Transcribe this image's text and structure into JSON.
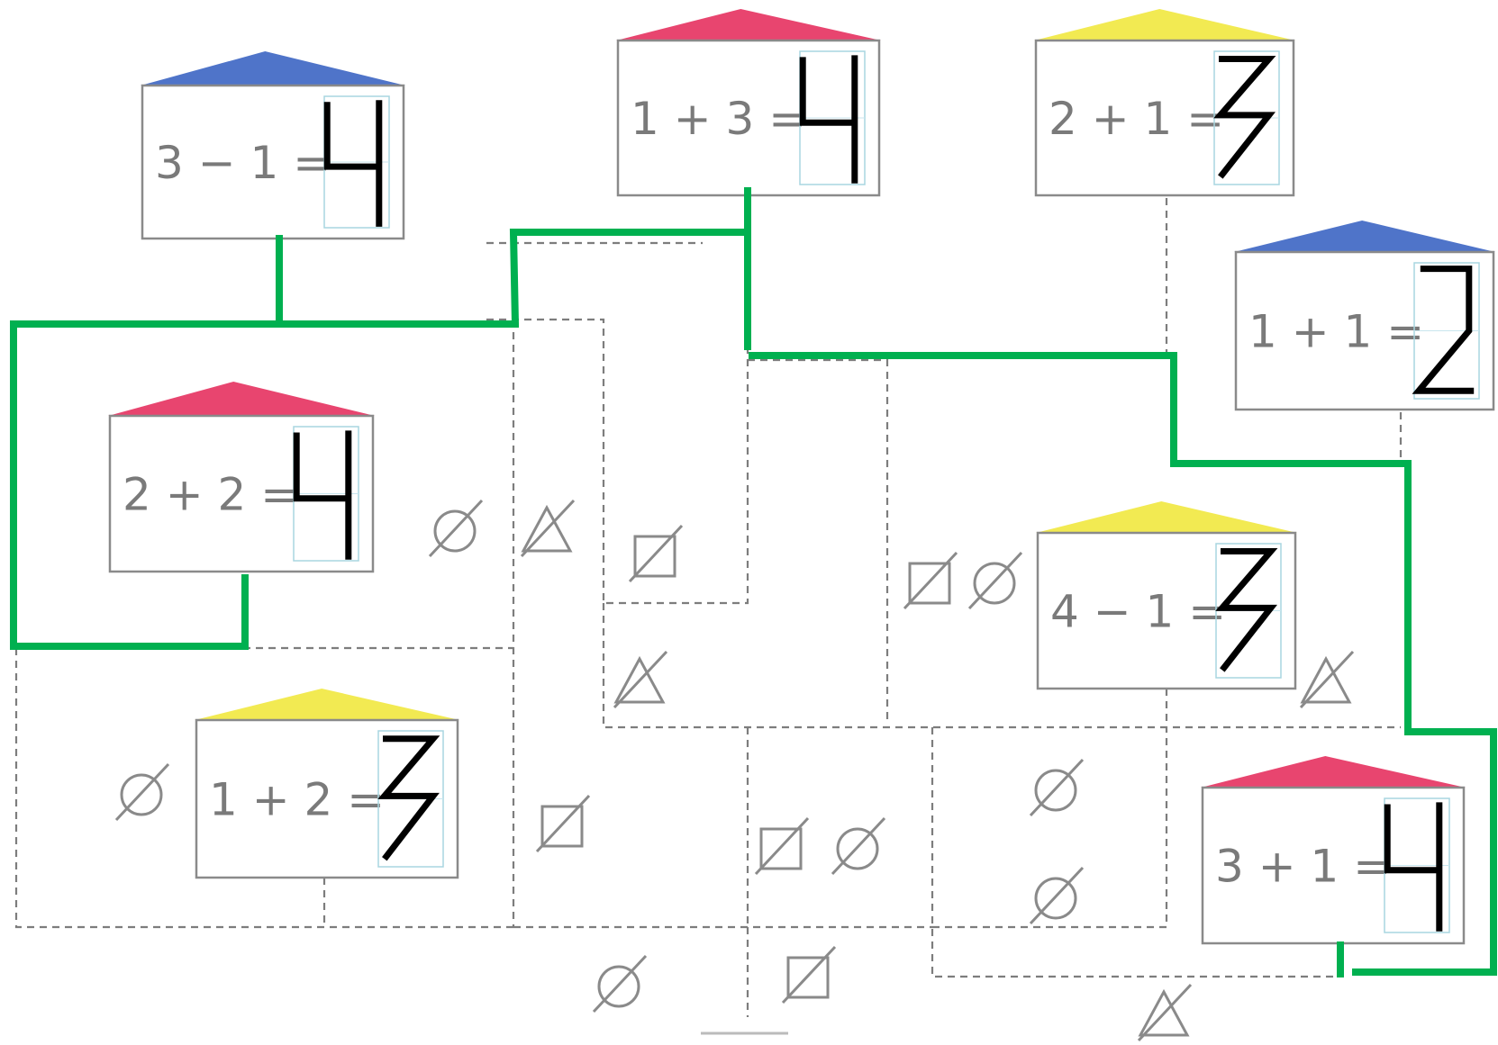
{
  "colors": {
    "blue": "#4f74c9",
    "red": "#e8456f",
    "yellow": "#f2ea52",
    "route": "#00b050"
  },
  "houses": [
    {
      "id": "h1",
      "roof": "blue",
      "expr": "3 − 1 =",
      "answer": "4"
    },
    {
      "id": "h2",
      "roof": "red",
      "expr": "1 + 3 =",
      "answer": "4"
    },
    {
      "id": "h3",
      "roof": "yellow",
      "expr": "2 + 1 =",
      "answer": "3"
    },
    {
      "id": "h4",
      "roof": "blue",
      "expr": "1 + 1 =",
      "answer": "2"
    },
    {
      "id": "h5",
      "roof": "red",
      "expr": "2 + 2 =",
      "answer": "4"
    },
    {
      "id": "h6",
      "roof": "yellow",
      "expr": "4 − 1 =",
      "answer": "3"
    },
    {
      "id": "h7",
      "roof": "yellow",
      "expr": "1 + 2 =",
      "answer": "3"
    },
    {
      "id": "h8",
      "roof": "red",
      "expr": "3 + 1 =",
      "answer": "4"
    }
  ],
  "shapes": {
    "circle": "∅",
    "square": "⍁",
    "triangle": "⍋"
  }
}
